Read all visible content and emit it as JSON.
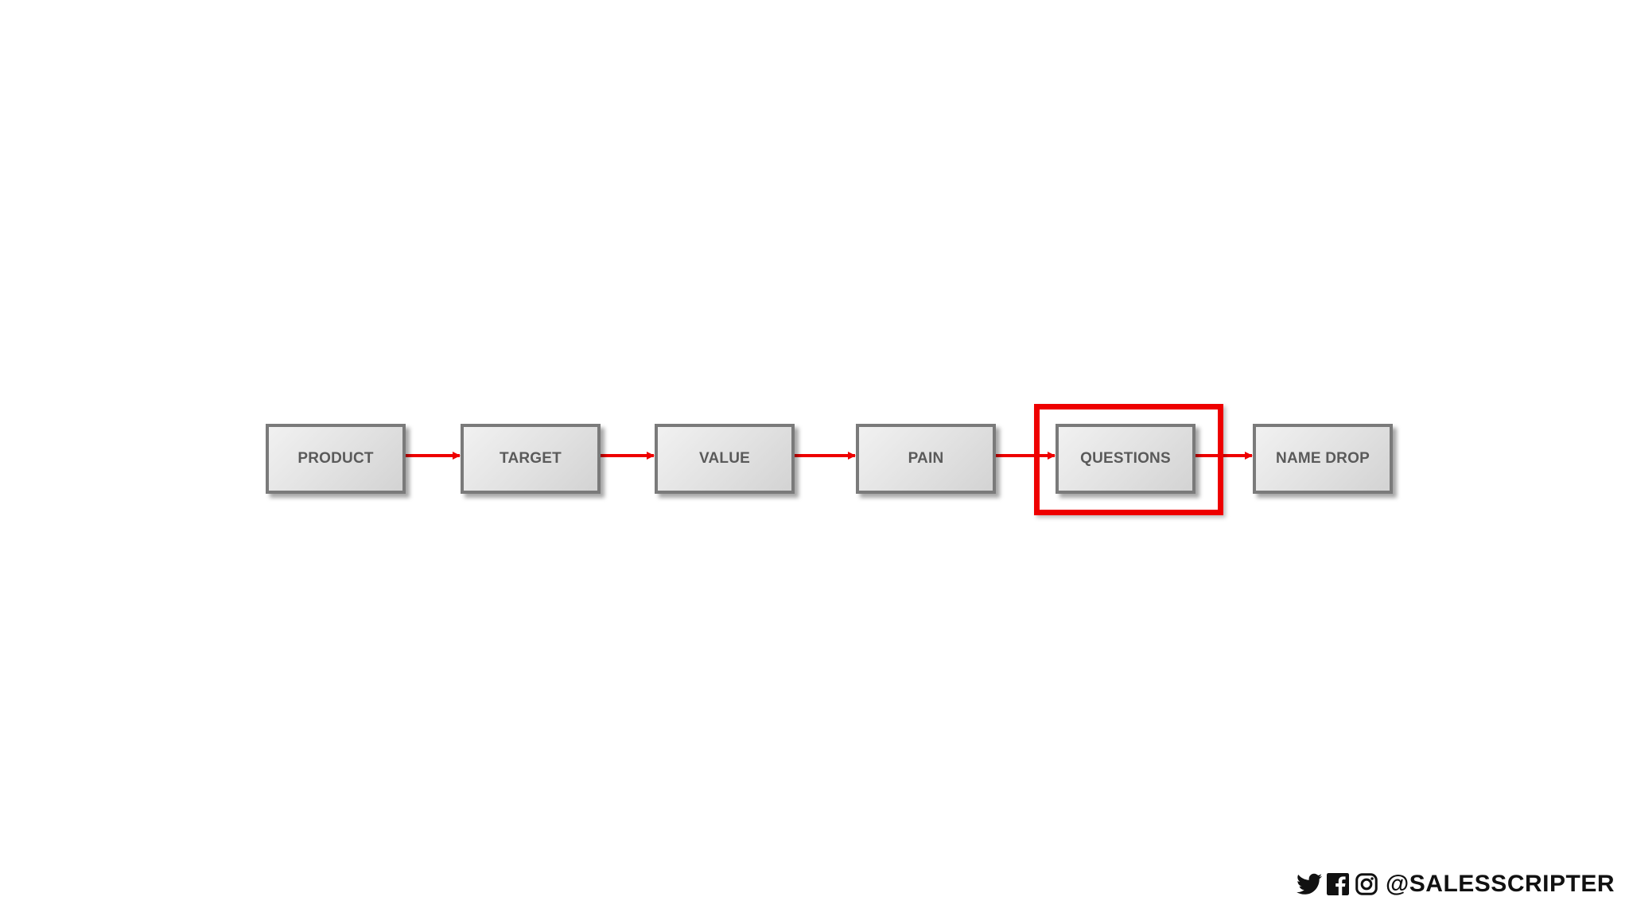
{
  "diagram": {
    "steps": [
      {
        "label": "PRODUCT"
      },
      {
        "label": "TARGET"
      },
      {
        "label": "VALUE"
      },
      {
        "label": "PAIN"
      },
      {
        "label": "QUESTIONS"
      },
      {
        "label": "NAME DROP"
      }
    ],
    "highlighted_step": "QUESTIONS",
    "arrow_color": "#ee0000",
    "highlight_color": "#ee0000",
    "box_border_color": "#7a7a7a",
    "label_color": "#5a5a5a"
  },
  "footer": {
    "icons": [
      "twitter-icon",
      "facebook-icon",
      "instagram-icon"
    ],
    "handle": "@SALESSCRIPTER"
  }
}
